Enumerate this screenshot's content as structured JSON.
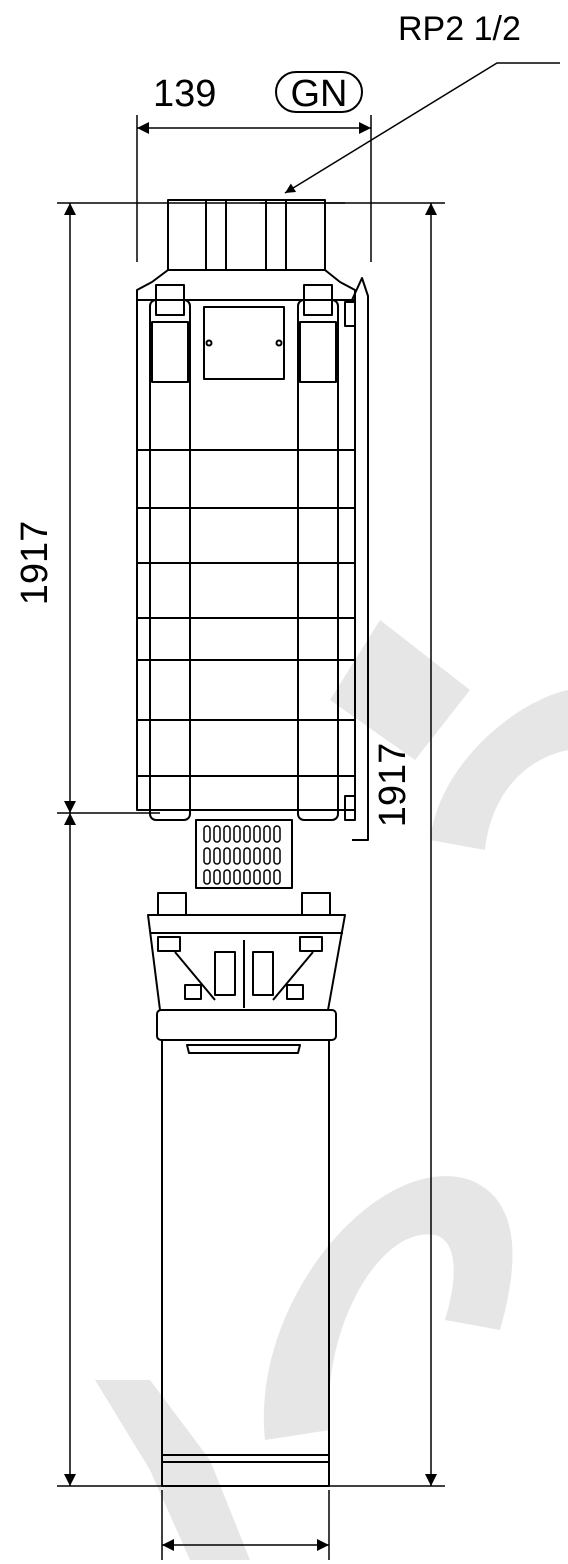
{
  "labels": {
    "connection": "RP2 1/2",
    "width": "139",
    "width_code": "GN",
    "pump_length": "1917",
    "total_length": "1917"
  },
  "colors": {
    "line": "#000000",
    "background": "#ffffff",
    "watermark": "#e6e6e6"
  }
}
